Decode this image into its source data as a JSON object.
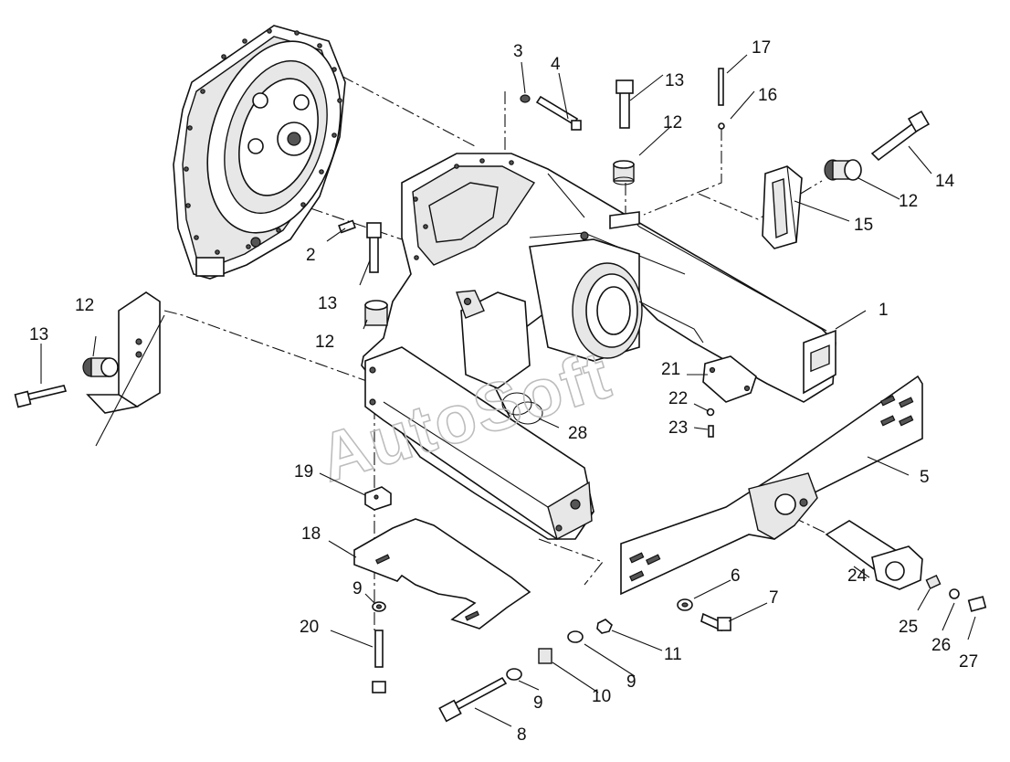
{
  "watermark": "AutoSoft",
  "callouts": [
    {
      "id": "c1",
      "text": "1"
    },
    {
      "id": "c2",
      "text": "2"
    },
    {
      "id": "c3",
      "text": "3"
    },
    {
      "id": "c4",
      "text": "4"
    },
    {
      "id": "c5",
      "text": "5"
    },
    {
      "id": "c6",
      "text": "6"
    },
    {
      "id": "c7",
      "text": "7"
    },
    {
      "id": "c8",
      "text": "8"
    },
    {
      "id": "c9a",
      "text": "9"
    },
    {
      "id": "c9b",
      "text": "9"
    },
    {
      "id": "c9c",
      "text": "9"
    },
    {
      "id": "c10",
      "text": "10"
    },
    {
      "id": "c11",
      "text": "11"
    },
    {
      "id": "c12a",
      "text": "12"
    },
    {
      "id": "c12b",
      "text": "12"
    },
    {
      "id": "c12c",
      "text": "12"
    },
    {
      "id": "c12d",
      "text": "12"
    },
    {
      "id": "c13a",
      "text": "13"
    },
    {
      "id": "c13b",
      "text": "13"
    },
    {
      "id": "c13c",
      "text": "13"
    },
    {
      "id": "c14",
      "text": "14"
    },
    {
      "id": "c15",
      "text": "15"
    },
    {
      "id": "c16",
      "text": "16"
    },
    {
      "id": "c17",
      "text": "17"
    },
    {
      "id": "c18",
      "text": "18"
    },
    {
      "id": "c19",
      "text": "19"
    },
    {
      "id": "c20",
      "text": "20"
    },
    {
      "id": "c21",
      "text": "21"
    },
    {
      "id": "c22",
      "text": "22"
    },
    {
      "id": "c23",
      "text": "23"
    },
    {
      "id": "c24",
      "text": "24"
    },
    {
      "id": "c25",
      "text": "25"
    },
    {
      "id": "c26",
      "text": "26"
    },
    {
      "id": "c27",
      "text": "27"
    },
    {
      "id": "c28",
      "text": "28"
    }
  ]
}
